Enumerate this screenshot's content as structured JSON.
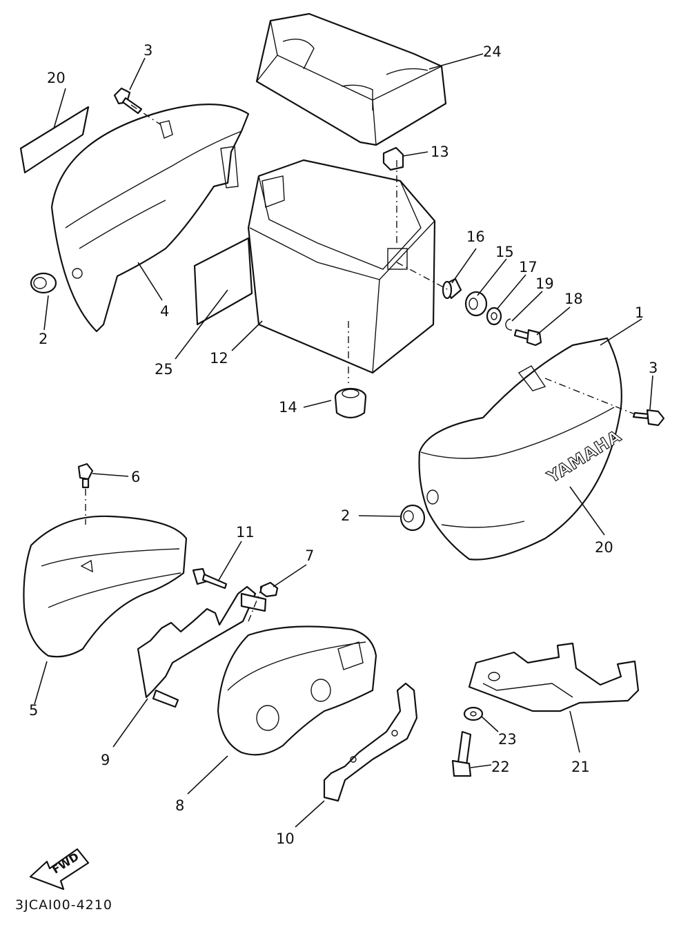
{
  "brand_text": "YAMAHA",
  "fwd_arrow": {
    "label": "FWD"
  },
  "reference_code": "3JCAI00-4210",
  "callouts": [
    "1",
    "2",
    "2",
    "3",
    "3",
    "4",
    "5",
    "6",
    "7",
    "8",
    "9",
    "10",
    "11",
    "12",
    "13",
    "14",
    "15",
    "16",
    "17",
    "18",
    "19",
    "20",
    "20",
    "21",
    "22",
    "23",
    "24",
    "25"
  ]
}
